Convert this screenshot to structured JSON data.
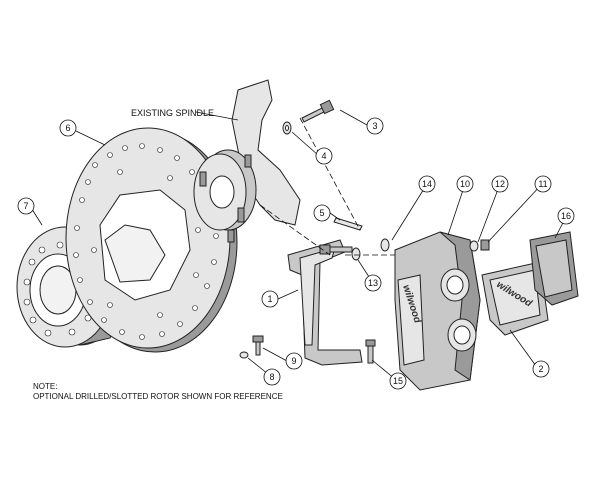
{
  "labels": {
    "existing_spindle": "EXISTING SPINDLE",
    "note_title": "NOTE:",
    "note_text": "OPTIONAL DRILLED/SLOTTED ROTOR SHOWN FOR REFERENCE",
    "caliper_logo": "wilwood",
    "pad_logo": "wilwood"
  },
  "callouts": [
    "1",
    "2",
    "3",
    "4",
    "5",
    "6",
    "7",
    "8",
    "9",
    "10",
    "11",
    "12",
    "13",
    "14",
    "15",
    "16"
  ],
  "colors": {
    "line": "#222222",
    "part_fill_light": "#e6e6e6",
    "part_fill_mid": "#c8c8c8",
    "part_fill_dark": "#9a9a9a",
    "background": "#ffffff"
  }
}
